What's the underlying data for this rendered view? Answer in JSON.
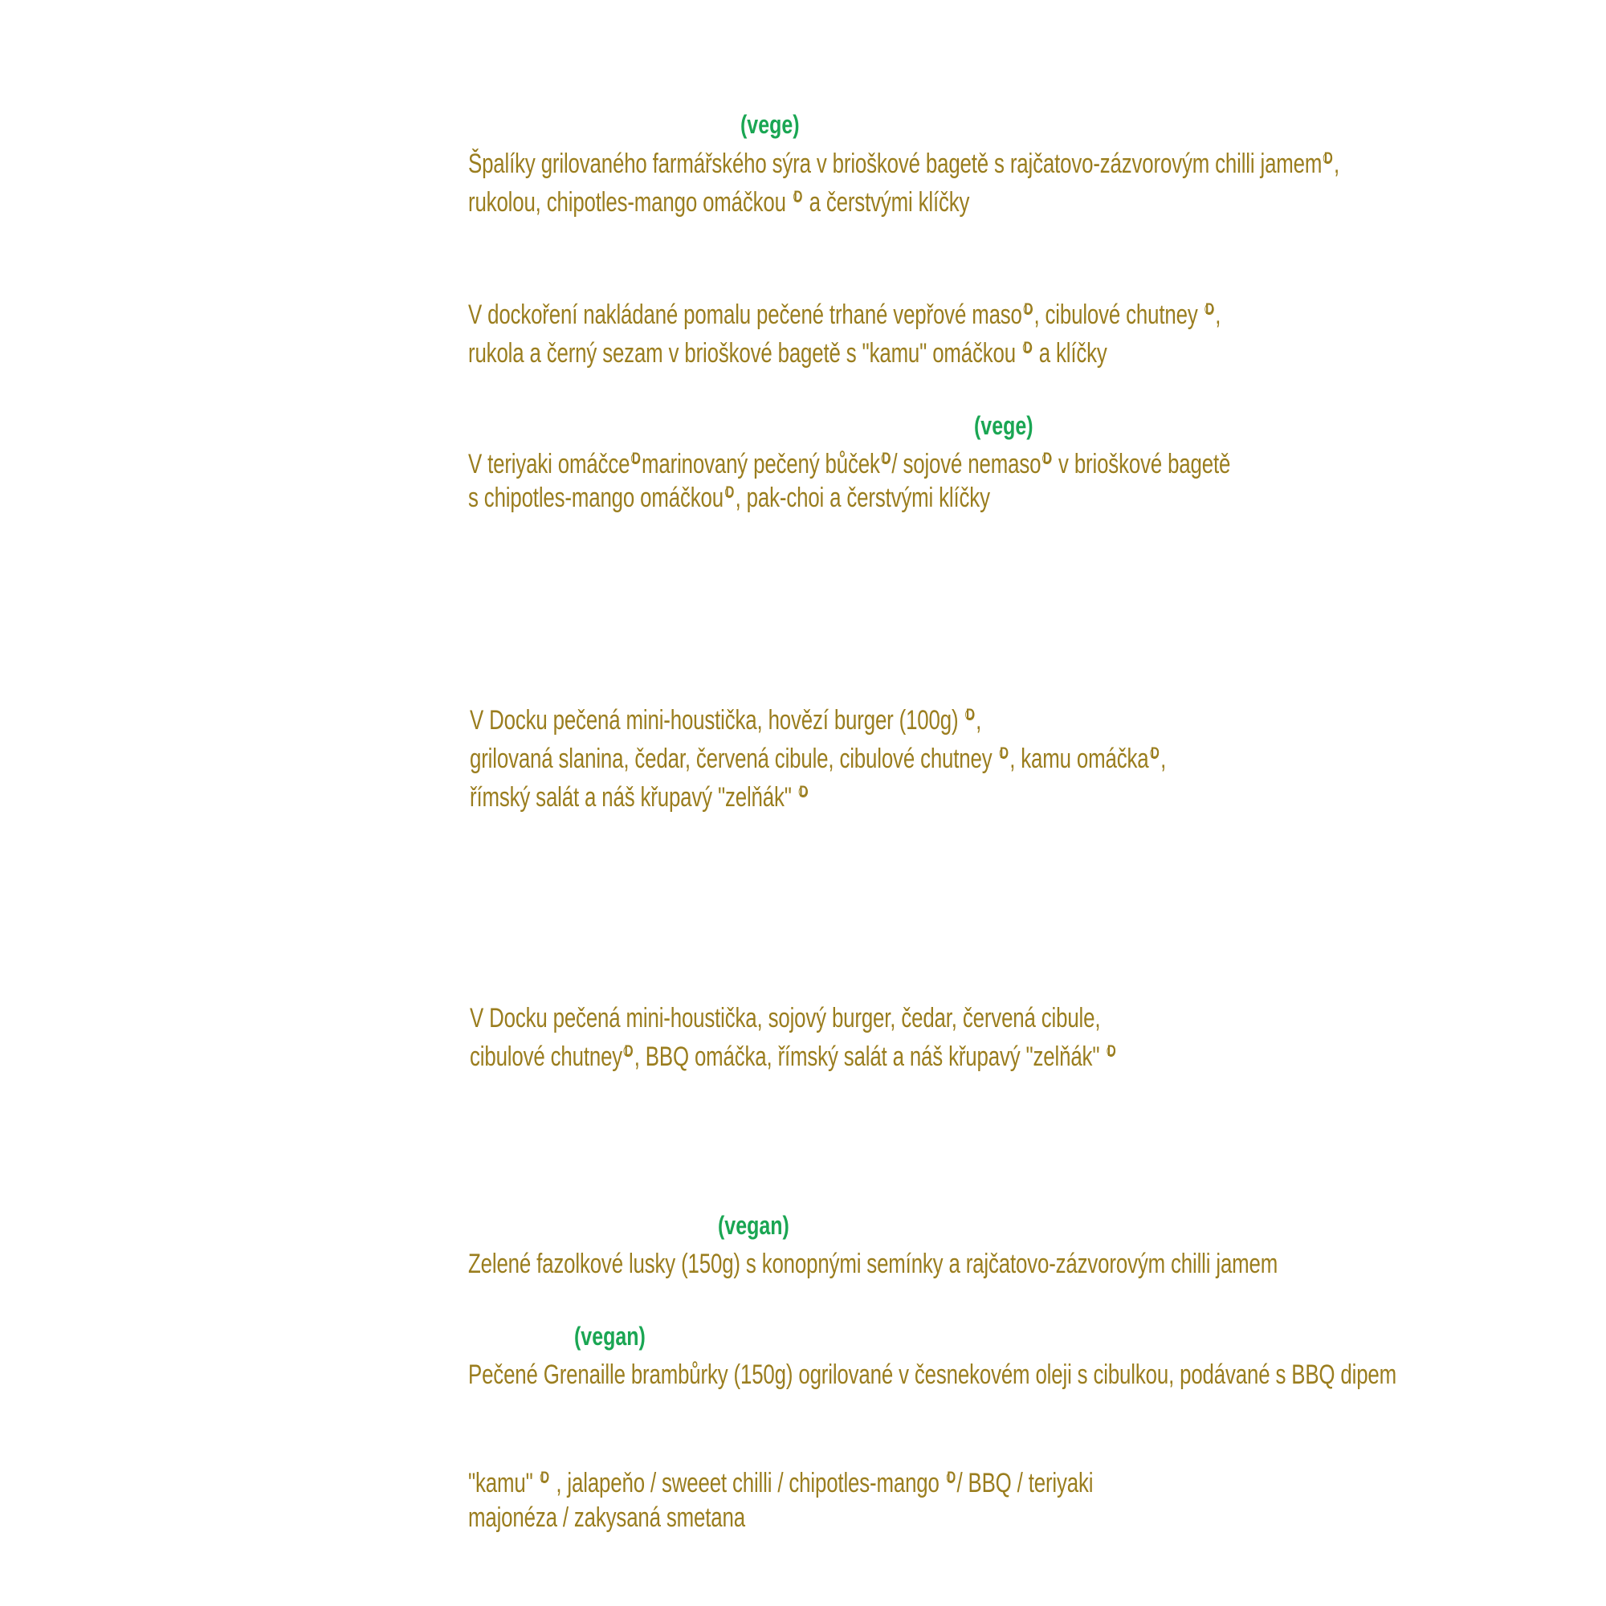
{
  "colors": {
    "text": "#9a7d1e",
    "tag": "#1aa653",
    "background": "#ffffff"
  },
  "allergen_mark_icon": "circled-letter-icon",
  "items": [
    {
      "tag": "(vege)",
      "lines": [
        [
          "Špalíky grilovaného farmářského sýra v brioškové bagetě s rajčatovo-zázvorovým chilli jamem",
          "mark",
          ","
        ],
        [
          "rukolou, chipotles-mango omáčkou ",
          "mark",
          " a čerstvými klíčky"
        ]
      ]
    },
    {
      "tag": "",
      "lines": [
        [
          "V dockoření nakládané pomalu pečené trhané vepřové maso",
          "mark",
          ", cibulové chutney ",
          "mark",
          ","
        ],
        [
          "rukola a černý sezam v brioškové bagetě s \"kamu\" omáčkou ",
          "mark",
          " a klíčky"
        ]
      ]
    },
    {
      "tag": "(vege)",
      "lines": [
        [
          "V teriyaki omáčce",
          "mark",
          "marinovaný pečený bůček",
          "mark",
          "/ sojové nemaso",
          "mark",
          " v brioškové bagetě"
        ],
        [
          "s chipotles-mango omáčkou",
          "mark",
          ", pak-choi a čerstvými klíčky"
        ]
      ]
    },
    {
      "tag": "",
      "lines": [
        [
          "V Docku pečená mini-houstička, hovězí burger (100g) ",
          "mark",
          ","
        ],
        [
          "grilovaná slanina, čedar, červená cibule, cibulové chutney ",
          "mark",
          ", kamu omáčka",
          "mark",
          ","
        ],
        [
          "římský salát a náš křupavý \"zelňák\" ",
          "mark"
        ]
      ]
    },
    {
      "tag": "",
      "lines": [
        [
          "V Docku pečená mini-houstička, sojový burger, čedar, červená cibule,"
        ],
        [
          "cibulové chutney",
          "mark",
          ", BBQ  omáčka, římský salát a náš křupavý \"zelňák\" ",
          "mark"
        ]
      ]
    },
    {
      "tag": "(vegan)",
      "lines": [
        [
          "Zelené fazolkové lusky (150g) s konopnými semínky a rajčatovo-zázvorovým chilli jamem"
        ]
      ]
    },
    {
      "tag": "(vegan)",
      "lines": [
        [
          "Pečené Grenaille brambůrky (150g) ogrilované v česnekovém oleji s cibulkou, podávané s BBQ dipem"
        ]
      ]
    },
    {
      "tag": "",
      "lines": [
        [
          "\"kamu\" ",
          "mark",
          "               , jalapeňo / sweeet chilli / chipotles-mango ",
          "mark",
          "/ BBQ / teriyaki"
        ],
        [
          "majonéza      / zakysaná smetana"
        ]
      ]
    }
  ],
  "allergen_mark_letter": "D"
}
